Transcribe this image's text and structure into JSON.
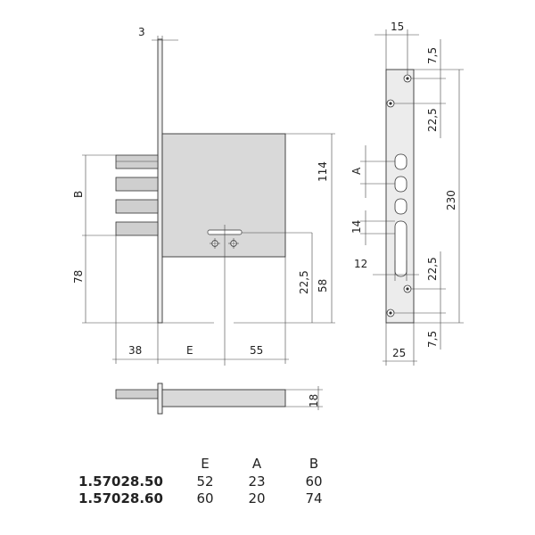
{
  "dimensions": {
    "front_view": {
      "plate_thickness": "3",
      "height_114": "114",
      "bolt_spacing": "B",
      "backset_78": "78",
      "offset_22_5": "22,5",
      "height_58": "58",
      "bottom_38": "38",
      "bottom_E": "E",
      "bottom_55": "55"
    },
    "side_view": {
      "width_15": "15",
      "top_7_5": "7,5",
      "top_22_5": "22,5",
      "label_A": "A",
      "slot_14": "14",
      "slot_12": "12",
      "height_230": "230",
      "bottom_22_5": "22,5",
      "bottom_7_5": "7,5",
      "width_25": "25"
    },
    "bottom_view": {
      "depth_18": "18"
    }
  },
  "table": {
    "headers": [
      "E",
      "A",
      "B"
    ],
    "rows": [
      {
        "code": "1.57028.50",
        "E": "52",
        "A": "23",
        "B": "60"
      },
      {
        "code": "1.57028.60",
        "E": "60",
        "A": "20",
        "B": "74"
      }
    ]
  }
}
